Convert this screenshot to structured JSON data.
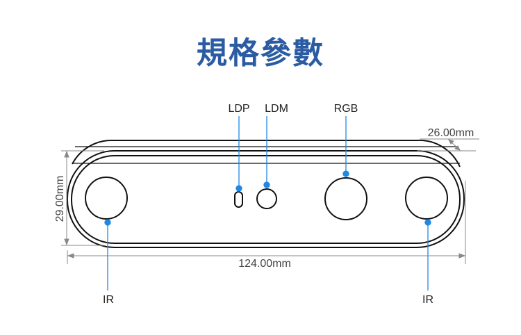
{
  "title": "規格參數",
  "labels": {
    "ldp": "LDP",
    "ldm": "LDM",
    "rgb": "RGB",
    "ir_left": "IR",
    "ir_right": "IR"
  },
  "dimensions": {
    "depth": "26.00mm",
    "height": "29.00mm",
    "width": "124.00mm"
  },
  "colors": {
    "title": "#2b5ca3",
    "callout": "#1e88e5"
  }
}
